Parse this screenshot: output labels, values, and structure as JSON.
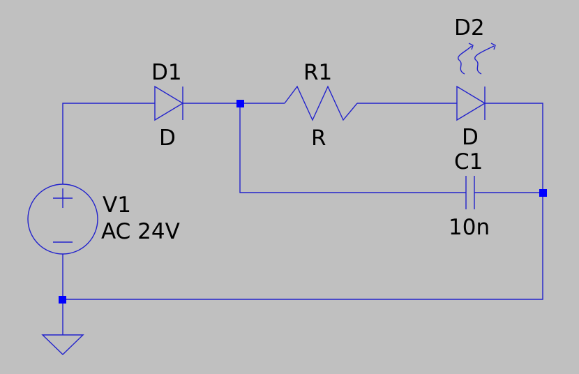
{
  "colors": {
    "background": "#c0c0c0",
    "wire": "#2222cc",
    "junction": "#0000ff",
    "text": "#000000"
  },
  "components": {
    "v1": {
      "name": "V1",
      "value": "AC 24V",
      "plus_sign": "+",
      "minus_sign": "−"
    },
    "d1": {
      "name": "D1",
      "value": "D"
    },
    "r1": {
      "name": "R1",
      "value": "R"
    },
    "d2": {
      "name": "D2",
      "value": "D"
    },
    "c1": {
      "name": "C1",
      "value": "10n"
    }
  }
}
